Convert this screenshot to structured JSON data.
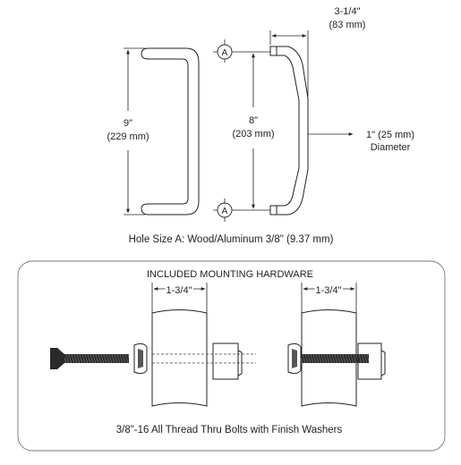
{
  "top": {
    "width_dim": "3-1/4\"",
    "width_dim_mm": "(83 mm)",
    "length_dim": "9\"",
    "length_dim_mm": "(229 mm)",
    "center_dim": "8\"",
    "center_dim_mm": "(203 mm)",
    "diameter_dim": "1\" (25 mm)",
    "diameter_label": "Diameter",
    "hole_marker": "A",
    "hole_size_caption": "Hole Size A: Wood/Aluminum 3/8\" (9.37 mm)"
  },
  "hardware": {
    "title": "INCLUDED MOUNTING HARDWARE",
    "left_dim": "1-3/4\"",
    "right_dim": "1-3/4\"",
    "caption": "3/8\"-16 All Thread Thru Bolts with Finish Washers"
  }
}
